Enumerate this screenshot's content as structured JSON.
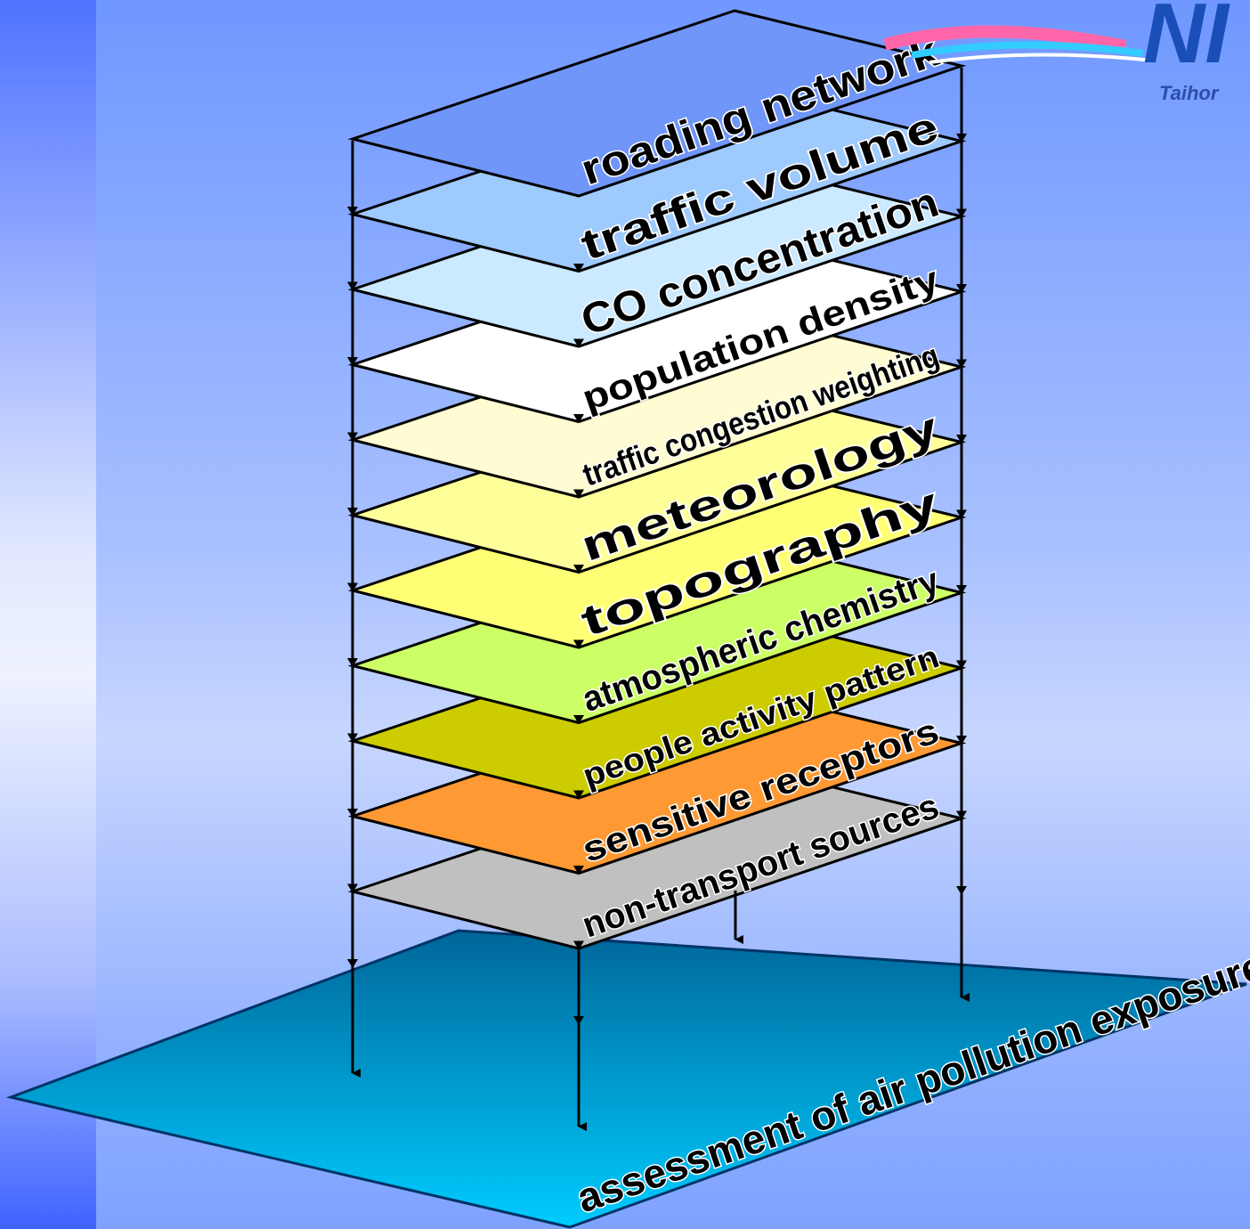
{
  "layers": [
    {
      "label": "roading network",
      "color": "#6f96f8"
    },
    {
      "label": "traffic volume",
      "color": "#9fcafd"
    },
    {
      "label": "CO concentration",
      "color": "#cbe9ff"
    },
    {
      "label": "population density",
      "color": "#ffffff"
    },
    {
      "label": "traffic congestion weighting",
      "color": "#fffbd2"
    },
    {
      "label": "meteorology",
      "color": "#ffff9a"
    },
    {
      "label": "topography",
      "color": "#ffff76"
    },
    {
      "label": "atmospheric chemistry",
      "color": "#ccff66"
    },
    {
      "label": "people activity pattern",
      "color": "#cccc00"
    },
    {
      "label": "sensitive receptors",
      "color": "#ff9933"
    },
    {
      "label": "non-transport sources",
      "color": "#c0c0c0"
    }
  ],
  "base": {
    "label": "assessment of air pollution exposure",
    "color_top": "#006699",
    "color_bottom": "#00ccff"
  },
  "logo": {
    "text_large": "NI",
    "text_small": "Taihor",
    "swoosh_colors": [
      "#ff66aa",
      "#33ccff",
      "#ffffff"
    ]
  }
}
